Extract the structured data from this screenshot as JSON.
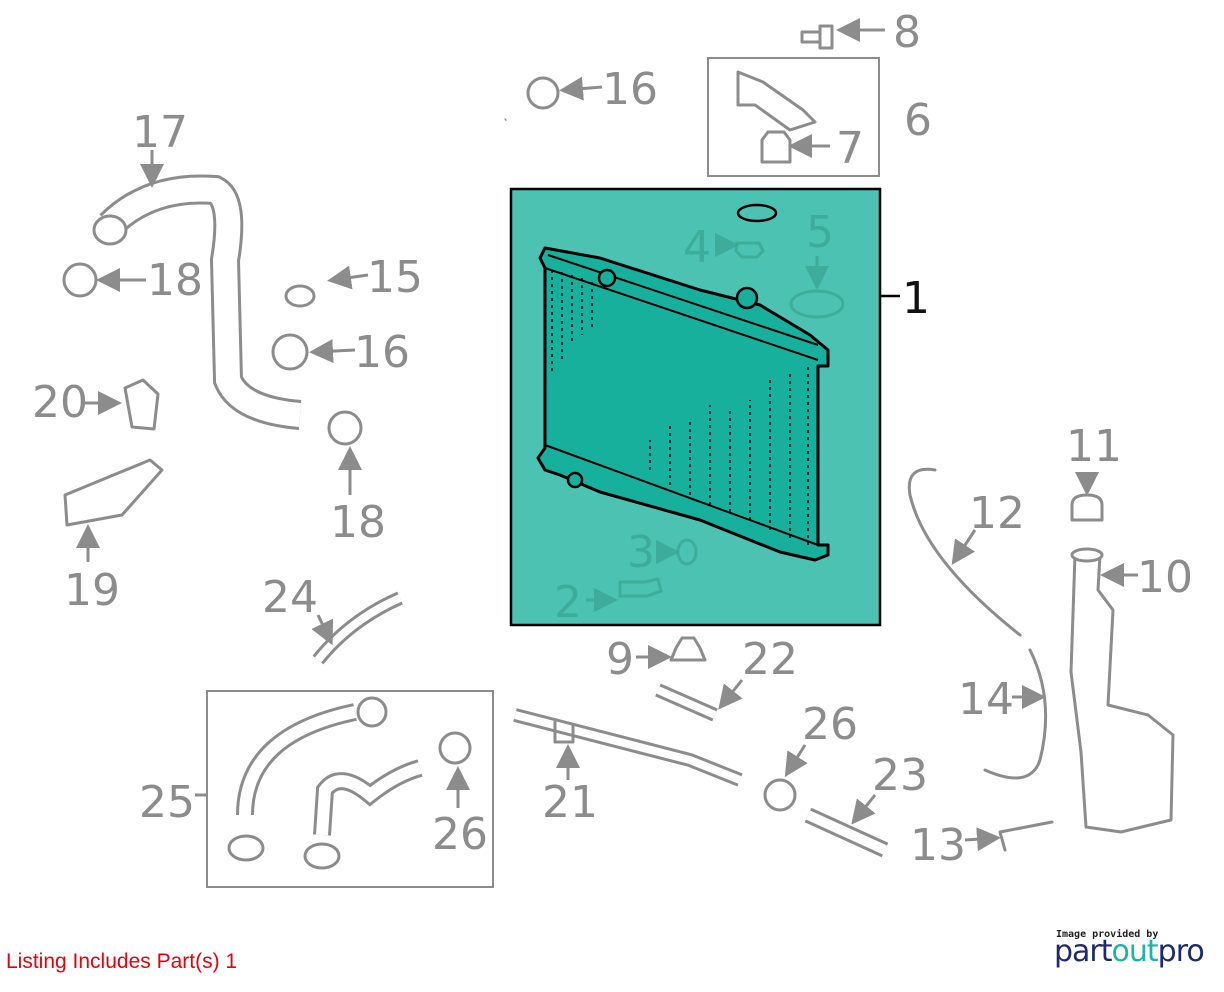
{
  "diagram": {
    "highlight_color": "#4cc2b2",
    "part_color": "#17b09c",
    "callouts": [
      "8",
      "16",
      "6",
      "7",
      "17",
      "1",
      "4",
      "5",
      "18",
      "15",
      "16",
      "20",
      "18",
      "19",
      "11",
      "12",
      "10",
      "3",
      "2",
      "24",
      "9",
      "22",
      "14",
      "26",
      "23",
      "25",
      "21",
      "26",
      "13"
    ]
  },
  "footer": {
    "listing_text": "Listing Includes Part(s) 1",
    "credit_text": "Image provided by",
    "logo_part1": "part",
    "logo_part2": "out",
    "logo_part3": "pro"
  }
}
